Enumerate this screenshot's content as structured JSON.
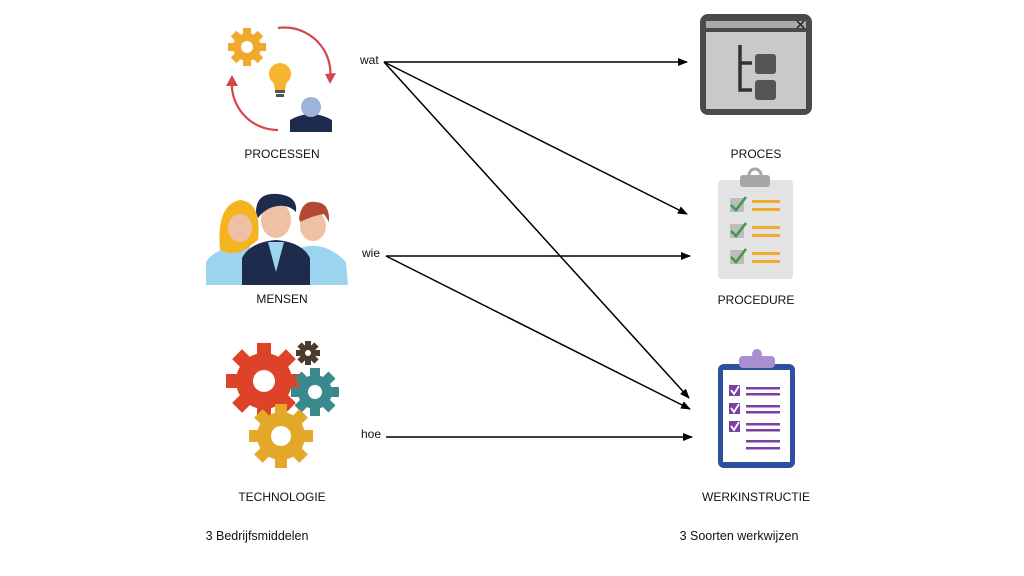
{
  "left_column": {
    "items": [
      {
        "label": "PROCESSEN",
        "icon": "process-cycle-icon"
      },
      {
        "label": "MENSEN",
        "icon": "people-group-icon"
      },
      {
        "label": "TECHNOLOGIE",
        "icon": "gears-icon"
      }
    ],
    "caption": "3 Bedrijfsmiddelen"
  },
  "right_column": {
    "items": [
      {
        "label": "PROCES",
        "icon": "process-window-icon"
      },
      {
        "label": "PROCEDURE",
        "icon": "checklist-clipboard-icon"
      },
      {
        "label": "WERKINSTRUCTIE",
        "icon": "instruction-clipboard-icon"
      }
    ],
    "caption": "3 Soorten werkwijzen"
  },
  "connectors": [
    {
      "label": "wat",
      "targets": [
        "PROCES",
        "PROCEDURE",
        "WERKINSTRUCTIE"
      ]
    },
    {
      "label": "wie",
      "targets": [
        "PROCEDURE",
        "WERKINSTRUCTIE"
      ]
    },
    {
      "label": "hoe",
      "targets": [
        "WERKINSTRUCTIE"
      ]
    }
  ],
  "colors": {
    "gear_orange": "#f0a92d",
    "cycle_red": "#d4474a",
    "tech_red": "#dc4328",
    "tech_teal": "#3a8a8b",
    "tech_brown": "#4a3a30",
    "tech_yellow": "#e3a72a",
    "navy": "#1e2b4d",
    "light_blue": "#9cd3ef",
    "purple": "#7b3fa8",
    "blue_frame": "#2c4fa0",
    "grey_window": "#4a4a4a"
  }
}
